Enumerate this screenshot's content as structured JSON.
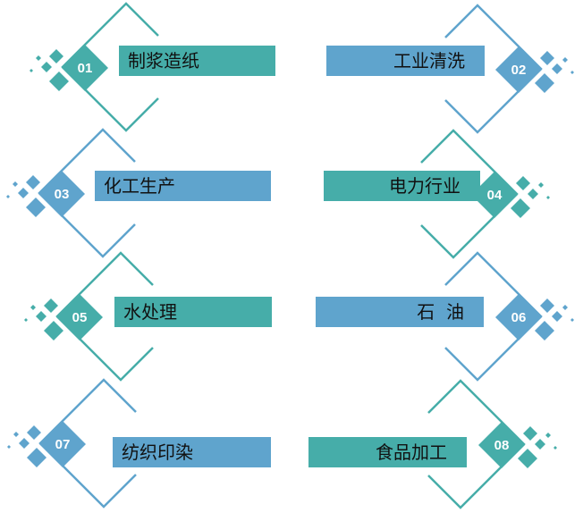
{
  "colors": {
    "teal": "#46ADA9",
    "blue": "#5FA4CD"
  },
  "items": [
    {
      "number": "01",
      "label": "制浆造纸",
      "side": "left",
      "color": "teal"
    },
    {
      "number": "02",
      "label": "工业清洗",
      "side": "right",
      "color": "blue"
    },
    {
      "number": "03",
      "label": "化工生产",
      "side": "left",
      "color": "blue"
    },
    {
      "number": "04",
      "label": "电力行业",
      "side": "right",
      "color": "teal"
    },
    {
      "number": "05",
      "label": "水处理",
      "side": "left",
      "color": "teal"
    },
    {
      "number": "06",
      "label": "石  油",
      "side": "right",
      "color": "blue"
    },
    {
      "number": "07",
      "label": "纺织印染",
      "side": "left",
      "color": "blue"
    },
    {
      "number": "08",
      "label": "食品加工",
      "side": "right",
      "color": "teal"
    }
  ]
}
